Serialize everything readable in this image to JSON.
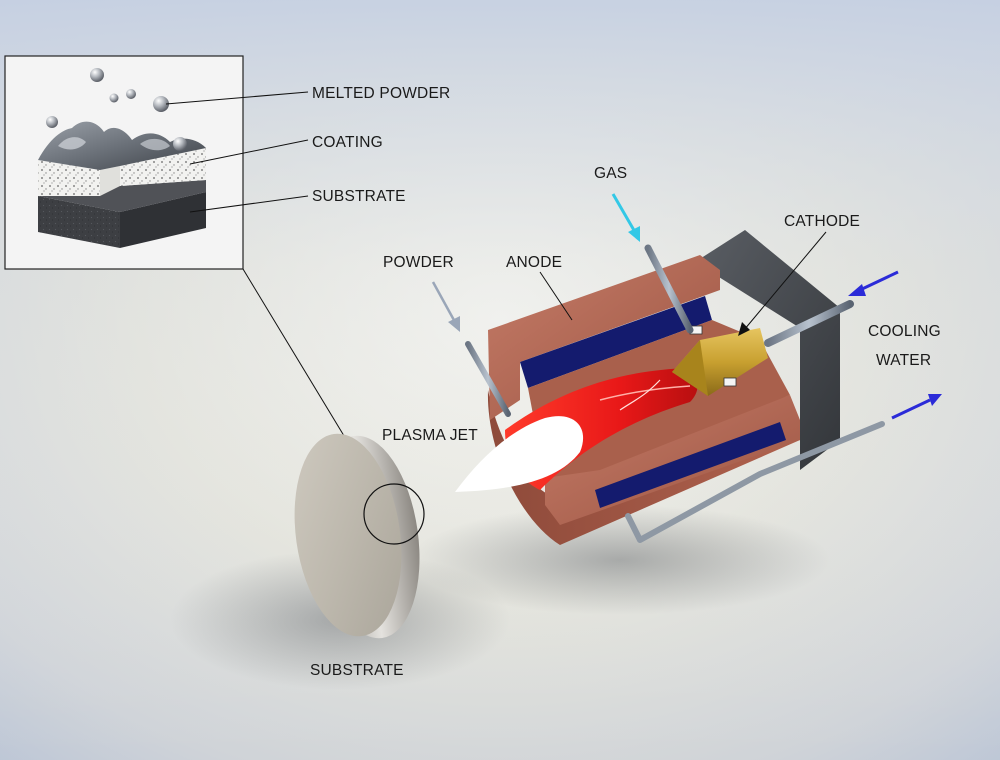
{
  "labels": {
    "melted_powder": "MELTED POWDER",
    "coating": "COATING",
    "substrate_inset": "SUBSTRATE",
    "gas": "GAS",
    "cathode": "CATHODE",
    "powder": "POWDER",
    "anode": "ANODE",
    "cooling": "COOLING",
    "water": "WATER",
    "plasma_jet": "PLASMA JET",
    "substrate": "SUBSTRATE"
  },
  "colors": {
    "anode_copper": "#b86a55",
    "insulator_blue": "#141b6e",
    "plasma_red": "#e81818",
    "cathode_brass": "#c8a030",
    "gas_arrow": "#33c8e6",
    "water_arrow": "#2b2bd8",
    "powder_arrow": "#9aa6b8"
  },
  "icons": {
    "gas_in": "arrow-down-right-icon",
    "water_in": "arrow-left-icon",
    "water_out": "arrow-right-icon",
    "powder_in": "arrow-down-icon"
  }
}
